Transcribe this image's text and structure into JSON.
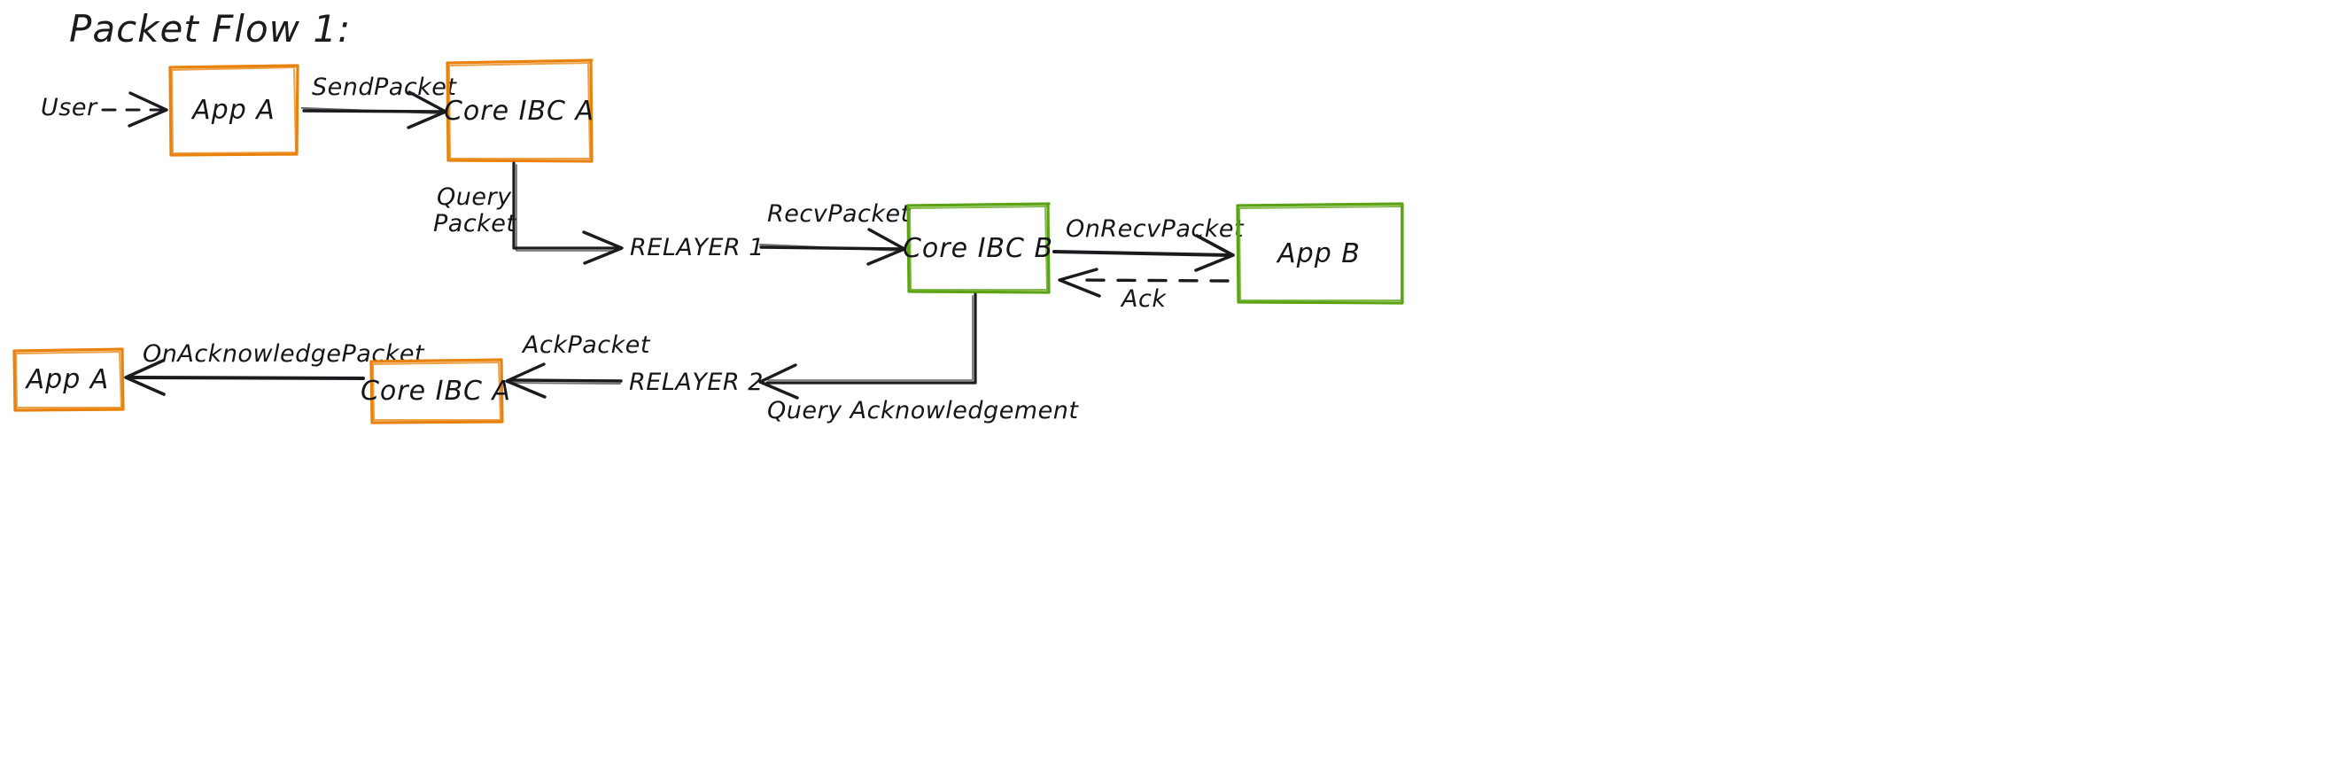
{
  "diagram": {
    "title": "Packet Flow 1:",
    "colors": {
      "chain_a": "#e8820c",
      "chain_b": "#5ba312",
      "stroke": "#1b1b1f",
      "background": "#ffffff"
    }
  },
  "nodes": {
    "app_a_top": {
      "label": "App A",
      "color": "chain_a"
    },
    "core_ibc_a_top": {
      "label": "Core IBC A",
      "color": "chain_a"
    },
    "core_ibc_b": {
      "label": "Core IBC B",
      "color": "chain_b"
    },
    "app_b": {
      "label": "App B",
      "color": "chain_b"
    },
    "app_a_bottom": {
      "label": "App A",
      "color": "chain_a"
    },
    "core_ibc_a_bottom": {
      "label": "Core IBC A",
      "color": "chain_a"
    }
  },
  "text_nodes": {
    "user": "User",
    "relayer_1": "RELAYER 1",
    "relayer_2": "RELAYER 2"
  },
  "edge_labels": {
    "send_packet": "SendPacket",
    "query_packet_line1": "Query",
    "query_packet_line2": "Packet",
    "recv_packet": "RecvPacket",
    "on_recv_packet": "OnRecvPacket",
    "ack": "Ack",
    "on_acknowledge_packet": "OnAcknowledgePacket",
    "ack_packet": "AckPacket",
    "query_acknowledgement": "Query Acknowledgement"
  }
}
